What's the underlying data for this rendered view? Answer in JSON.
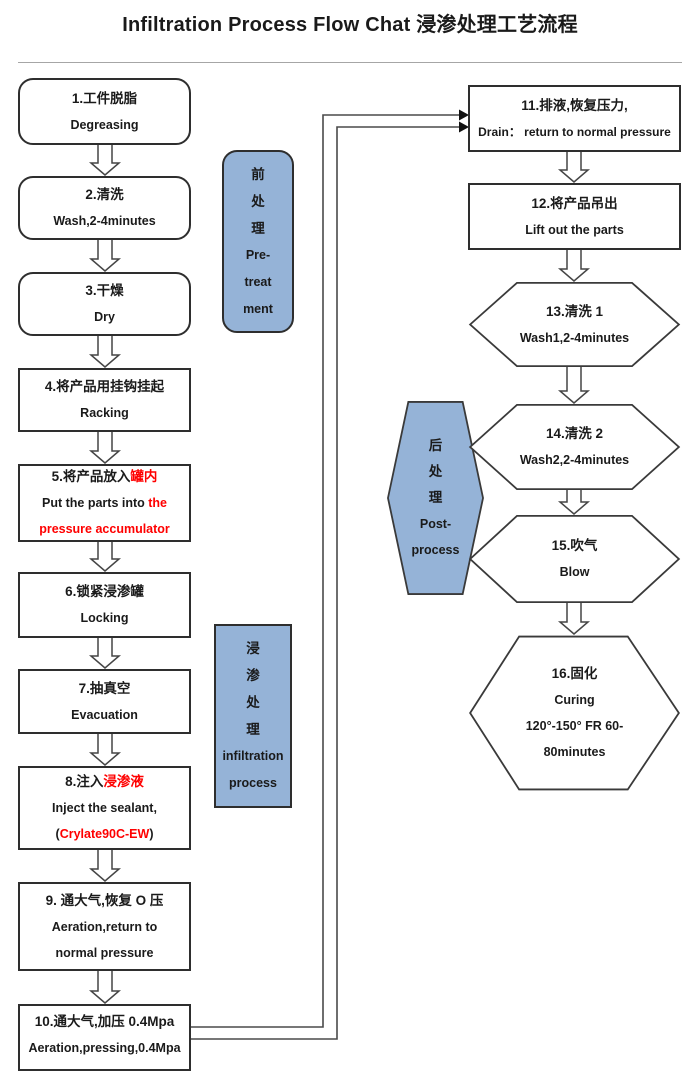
{
  "title": "Infiltration Process Flow Chat 浸渗处理工艺流程",
  "colors": {
    "stage_fill": "#95b3d7",
    "highlight_red": "#ff0000",
    "node_border": "#2e2e2e"
  },
  "nodes": {
    "n1": {
      "lines": [
        "1.工件脱脂",
        "Degreasing"
      ]
    },
    "n2": {
      "lines": [
        "2.清洗",
        "Wash,2-4minutes"
      ]
    },
    "n3": {
      "lines": [
        "3.干燥",
        "Dry"
      ]
    },
    "n4": {
      "lines": [
        "4.将产品用挂钩挂起",
        "Racking"
      ]
    },
    "n5": {
      "l1a": "5.将产品放入",
      "l1b": "罐内",
      "l2a": "Put the parts into ",
      "l2b": "the",
      "l3": "pressure accumulator"
    },
    "n6": {
      "lines": [
        "6.锁紧浸渗罐",
        "Locking"
      ]
    },
    "n7": {
      "lines": [
        "7.抽真空",
        "Evacuation"
      ]
    },
    "n8": {
      "l1a": "8.注入",
      "l1b": "浸渗液",
      "l2": "Inject the sealant,",
      "l3a": "(",
      "l3b": "Crylate90C-EW",
      "l3c": ")"
    },
    "n9": {
      "lines": [
        "9. 通大气,恢复 O 压",
        "Aeration,return to",
        "normal pressure"
      ]
    },
    "n10": {
      "lines": [
        "10.通大气,加压 0.4Mpa",
        "Aeration,pressing,0.4Mpa"
      ]
    },
    "n11": {
      "lines": [
        "11.排液,恢复压力,",
        "Drain： return to normal pressure"
      ]
    },
    "n12": {
      "lines": [
        "12.将产品吊出",
        "Lift out the parts"
      ]
    },
    "n13": {
      "lines": [
        "13.清洗 1",
        "Wash1,2-4minutes"
      ]
    },
    "n14": {
      "lines": [
        "14.清洗 2",
        "Wash2,2-4minutes"
      ]
    },
    "n15": {
      "lines": [
        "15.吹气",
        "Blow"
      ]
    },
    "n16": {
      "lines": [
        "16.固化",
        "Curing",
        "120°-150° FR 60-",
        "80minutes"
      ]
    }
  },
  "stages": {
    "pre": {
      "lines": [
        "前",
        "处",
        "理",
        "Pre-",
        "treat",
        "ment"
      ]
    },
    "infiltration": {
      "lines": [
        "浸",
        "渗",
        "处",
        "理",
        "infiltration",
        "process"
      ]
    },
    "post": {
      "lines": [
        "后",
        "处",
        "理",
        "Post-",
        "process"
      ]
    }
  }
}
